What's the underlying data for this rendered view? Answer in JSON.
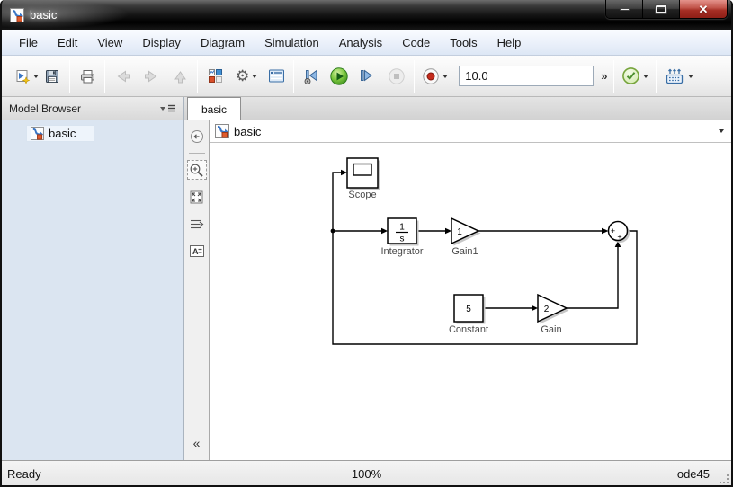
{
  "window": {
    "title": "basic"
  },
  "icons": {
    "close": "✕",
    "gear": "⚙",
    "annotation_letter": "A"
  },
  "menu_bar": {
    "items": [
      "File",
      "Edit",
      "View",
      "Display",
      "Diagram",
      "Simulation",
      "Analysis",
      "Code",
      "Tools",
      "Help"
    ]
  },
  "toolbar": {
    "stop_time": "10.0",
    "overflow": "»"
  },
  "tabs": {
    "active": "basic"
  },
  "model_browser": {
    "title": "Model Browser",
    "tree": [
      {
        "label": "basic"
      }
    ]
  },
  "breadcrumb": {
    "model": "basic"
  },
  "palette": {
    "collapse": "«"
  },
  "diagram": {
    "blocks": {
      "scope": {
        "label": "Scope"
      },
      "integrator": {
        "label": "Integrator",
        "num": "1",
        "den": "s"
      },
      "gain1": {
        "label": "Gain1",
        "value": "1"
      },
      "constant": {
        "label": "Constant",
        "value": "5"
      },
      "gain": {
        "label": "Gain",
        "value": "2"
      },
      "sum": {
        "sign_left": "+",
        "sign_bottom": "+"
      }
    }
  },
  "status_bar": {
    "status": "Ready",
    "zoom": "100%",
    "solver": "ode45"
  },
  "colors": {
    "run_green": "#5aa832",
    "record_red": "#c42b1c",
    "close_red": "#a52e24",
    "panel_blue": "#dbe5f1"
  }
}
